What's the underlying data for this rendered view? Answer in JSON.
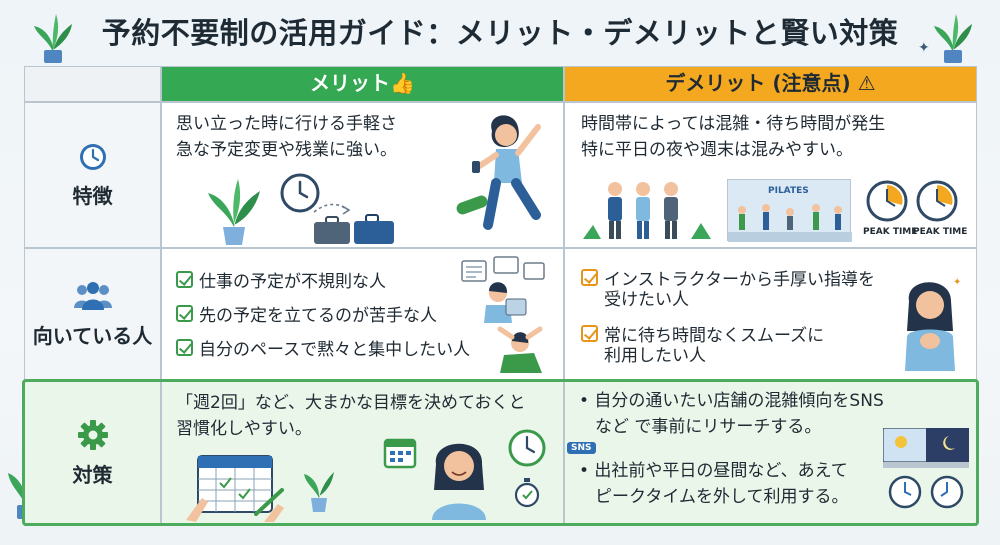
{
  "title": "予約不要制の活用ガイド：メリット・デメリットと賢い対策",
  "header": {
    "merit": "メリット👍",
    "demerit": "デメリット (注意点) ⚠"
  },
  "rows": {
    "features": {
      "label": "特徴",
      "merit_lines": [
        "思い立った時に行ける手軽さ",
        "急な予定変更や残業に強い。"
      ],
      "demerit_lines": [
        "時間帯によっては混雑・待ち時間が発生",
        "特に平日の夜や週末は混みやすい。"
      ],
      "studio_sign": "PILATES",
      "peak_label_1": "PEAK TIME",
      "peak_label_2": "PEAK TIME"
    },
    "suitable": {
      "label": "向いている人",
      "merit_checks": [
        "仕事の予定が不規則な人",
        "先の予定を立てるのが苦手な人",
        "自分のペースで黙々と集中したい人"
      ],
      "demerit_checks": [
        [
          "インストラクターから手厚い指導を",
          "受けたい人"
        ],
        [
          "常に待ち時間なくスムーズに",
          "利用したい人"
        ]
      ]
    },
    "measures": {
      "label": "対策",
      "merit_lines": [
        "「週2回」など、大まかな目標を決めておくと",
        "習慣化しやすい。"
      ],
      "demerit_bullets": [
        [
          "• 自分の通いたい店舗の混雑傾向をSNS",
          "など で事前にリサーチする。"
        ],
        [
          "• 出社前や平日の昼間など、あえて",
          "ピークタイムを外して利用する。"
        ]
      ],
      "sns_badge": "SNS"
    }
  },
  "colors": {
    "merit": "#34a853",
    "demerit": "#f3a81f",
    "accent_blue": "#2f6fb3"
  }
}
